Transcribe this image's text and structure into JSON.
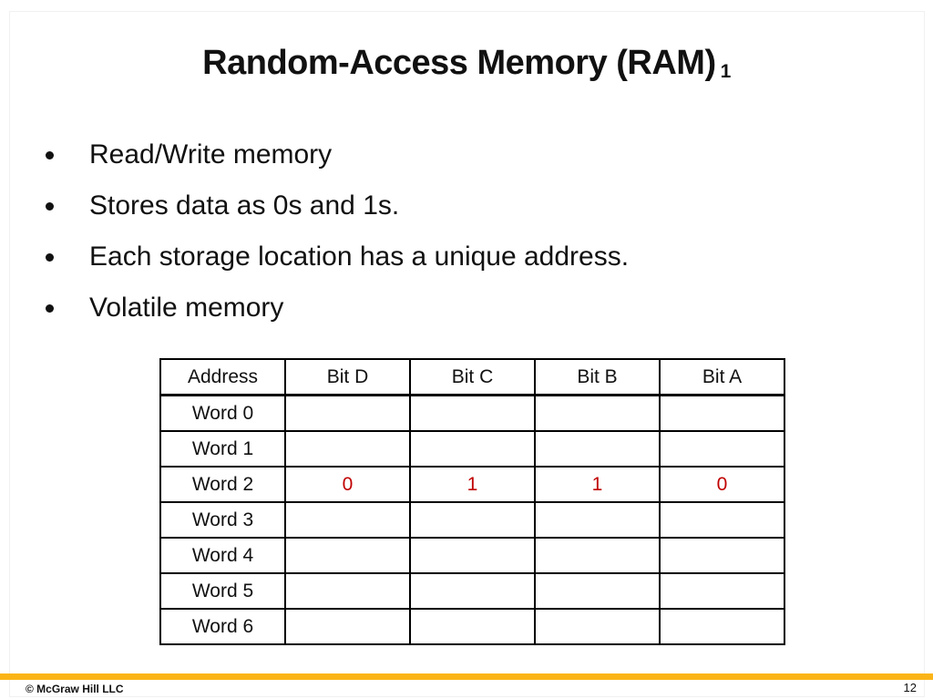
{
  "slide": {
    "title": "Random-Access Memory (RAM)",
    "title_suffix": "1",
    "bullets": [
      "Read/Write memory",
      "Stores data as 0s and 1s.",
      "Each storage location has a unique address.",
      "Volatile memory"
    ],
    "table": {
      "headers": [
        "Address",
        "Bit D",
        "Bit C",
        "Bit B",
        "Bit A"
      ],
      "rows": [
        {
          "label": "Word 0",
          "values": [
            "",
            "",
            "",
            ""
          ],
          "highlight": false
        },
        {
          "label": "Word 1",
          "values": [
            "",
            "",
            "",
            ""
          ],
          "highlight": false
        },
        {
          "label": "Word 2",
          "values": [
            "0",
            "1",
            "1",
            "0"
          ],
          "highlight": true
        },
        {
          "label": "Word 3",
          "values": [
            "",
            "",
            "",
            ""
          ],
          "highlight": false
        },
        {
          "label": "Word 4",
          "values": [
            "",
            "",
            "",
            ""
          ],
          "highlight": false
        },
        {
          "label": "Word 5",
          "values": [
            "",
            "",
            "",
            ""
          ],
          "highlight": false
        },
        {
          "label": "Word 6",
          "values": [
            "",
            "",
            "",
            ""
          ],
          "highlight": false
        }
      ]
    },
    "footer": {
      "copyright": "© McGraw Hill LLC",
      "page_number": "12"
    },
    "colors": {
      "accent_bar": "#FBB416",
      "highlight_value": "#C00000"
    }
  }
}
